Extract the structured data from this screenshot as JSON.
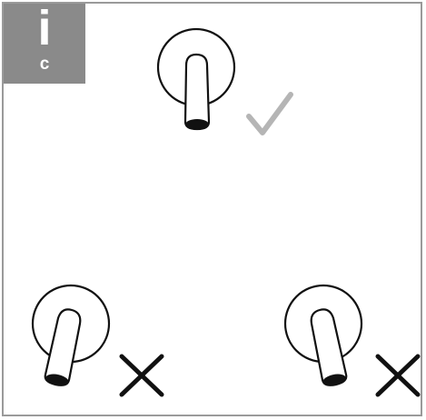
{
  "info_tab": {
    "icon_letter": "i",
    "code_letter": "c"
  },
  "figures": [
    {
      "name": "lever-upright",
      "status": "correct",
      "status_icon": "check-icon"
    },
    {
      "name": "lever-tilted-left",
      "status": "incorrect",
      "status_icon": "cross-icon"
    },
    {
      "name": "lever-tilted-right",
      "status": "incorrect",
      "status_icon": "cross-icon"
    }
  ],
  "colors": {
    "frame": "#9a9a9a",
    "info_tab_bg": "#8a8a8a",
    "line_art": "#111111",
    "check": "#b5b5b5",
    "cross": "#111111"
  }
}
